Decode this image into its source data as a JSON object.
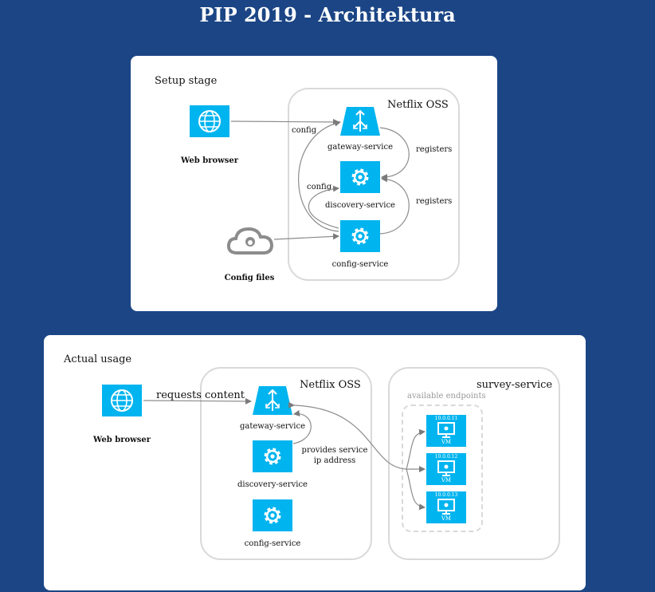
{
  "title": "PIP 2019 - Architektura",
  "colors": {
    "background": "#1b4585",
    "accent": "#00b4ef",
    "cloud": "#8c8c8c",
    "connector": "#8c8c8c"
  },
  "setup": {
    "label": "Setup stage",
    "group_label": "Netflix OSS",
    "web_browser": "Web browser",
    "config_files": "Config files",
    "gateway": "gateway-service",
    "discovery": "discovery-service",
    "config_service": "config-service",
    "edge_config_1": "config",
    "edge_config_2": "config",
    "edge_registers_1": "registers",
    "edge_registers_2": "registers"
  },
  "usage": {
    "label": "Actual usage",
    "group_label": "Netflix OSS",
    "survey_label": "survey-service",
    "endpoints_label": "available endpoints",
    "web_browser": "Web browser",
    "requests": "requests content",
    "gateway": "gateway-service",
    "discovery": "discovery-service",
    "config_service": "config-service",
    "provides_line1": "provides service",
    "provides_line2": "ip address",
    "vms": [
      {
        "ip": "10.0.0.11",
        "label": "VM"
      },
      {
        "ip": "10.0.0.12",
        "label": "VM"
      },
      {
        "ip": "10.0.0.13",
        "label": "VM"
      }
    ]
  },
  "icons": {
    "globe": "globe-icon",
    "gear": "gear-icon",
    "gateway": "gateway-icon",
    "cloud": "github-cloud-icon",
    "vm": "vm-monitor-icon"
  }
}
